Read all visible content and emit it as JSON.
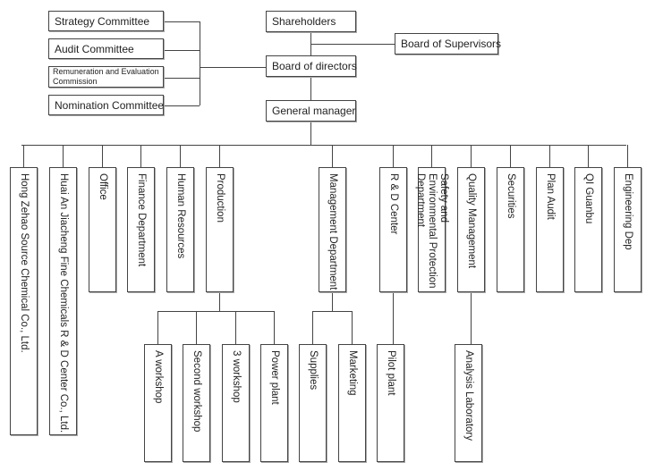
{
  "title": "Organizational structure chart",
  "top": {
    "shareholders": "Shareholders",
    "board_of_supervisors": "Board of Supervisors",
    "board_of_directors": "Board of directors",
    "general_manager": "General manager"
  },
  "committees": [
    "Strategy Committee",
    "Audit Committee",
    "Remuneration and Evaluation Commission",
    "Nomination Committee"
  ],
  "departments": [
    {
      "label": "Hong Zehao Source Chemical Co., Ltd."
    },
    {
      "label": "Huai An Jiacheng Fine Chemicals R & D Center Co., Ltd."
    },
    {
      "label": "Office"
    },
    {
      "label": "Finance Department"
    },
    {
      "label": "Human Resources"
    },
    {
      "label": "Production",
      "children": [
        "A workshop",
        "Second workshop",
        "3 workshop",
        "Power plant"
      ]
    },
    {
      "label": "Management Department",
      "children": [
        "Supplies",
        "Marketing"
      ]
    },
    {
      "label": "R & D Center",
      "children": [
        "Pilot plant"
      ]
    },
    {
      "label": "Safety and Environmental Protection Department"
    },
    {
      "label": "Quality Management",
      "children": [
        "Analysis Laboratory"
      ]
    },
    {
      "label": "Securities"
    },
    {
      "label": "Plan Audit"
    },
    {
      "label": "QI Guanbu"
    },
    {
      "label": "Engineering Dep"
    }
  ]
}
